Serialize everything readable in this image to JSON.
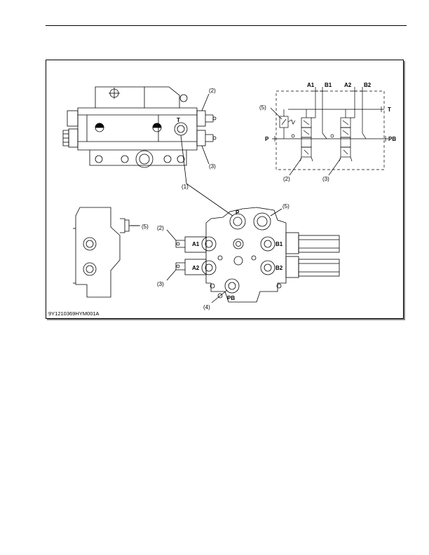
{
  "figure": {
    "id": "9Y1210369HYM001A",
    "port_labels": {
      "p": "P",
      "t": "T",
      "pb": "PB",
      "a1": "A1",
      "b1": "B1",
      "a2": "A2",
      "b2": "B2"
    },
    "callouts": {
      "c1": "(1)",
      "c2": "(2)",
      "c3": "(3)",
      "c4": "(4)",
      "c5": "(5)"
    }
  }
}
